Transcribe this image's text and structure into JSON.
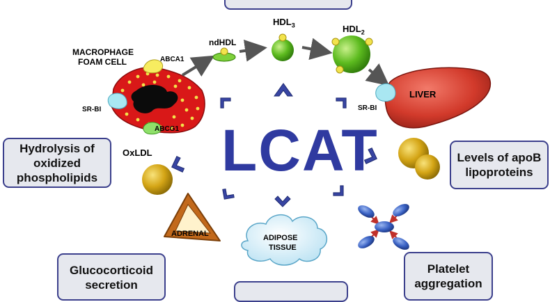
{
  "center": {
    "title": "LCAT"
  },
  "macrophage": {
    "line1": "MACROPHAGE",
    "line2": "FOAM CELL",
    "abca1": "ABCA1",
    "abcg1": "ABCG1",
    "srbi": "SR-BI"
  },
  "hdl": {
    "nd": "ndHDL",
    "hdl3_base": "HDL",
    "hdl3_sub": "3",
    "hdl2_base": "HDL",
    "hdl2_sub": "2"
  },
  "liver": {
    "label": "LIVER",
    "srbi": "SR-BI"
  },
  "oxldl": {
    "label": "OxLDL"
  },
  "adrenal": {
    "label": "ADRENAL"
  },
  "adipose": {
    "line1": "ADIPOSE",
    "line2": "TISSUE"
  },
  "boxes": {
    "hydrolysis": [
      "Hydrolysis of",
      "oxidized",
      "phospholipids"
    ],
    "apob": [
      "Levels of apoB",
      "lipoproteins"
    ],
    "glucocorticoid": [
      "Glucocorticoid",
      "secretion"
    ],
    "platelet": [
      "Platelet",
      "aggregation"
    ]
  },
  "colors": {
    "lcat_text": "#2f3aa0",
    "chevron": "#3845a3",
    "box_border": "#3b3f8c",
    "box_fill": "#e6e8ee"
  }
}
